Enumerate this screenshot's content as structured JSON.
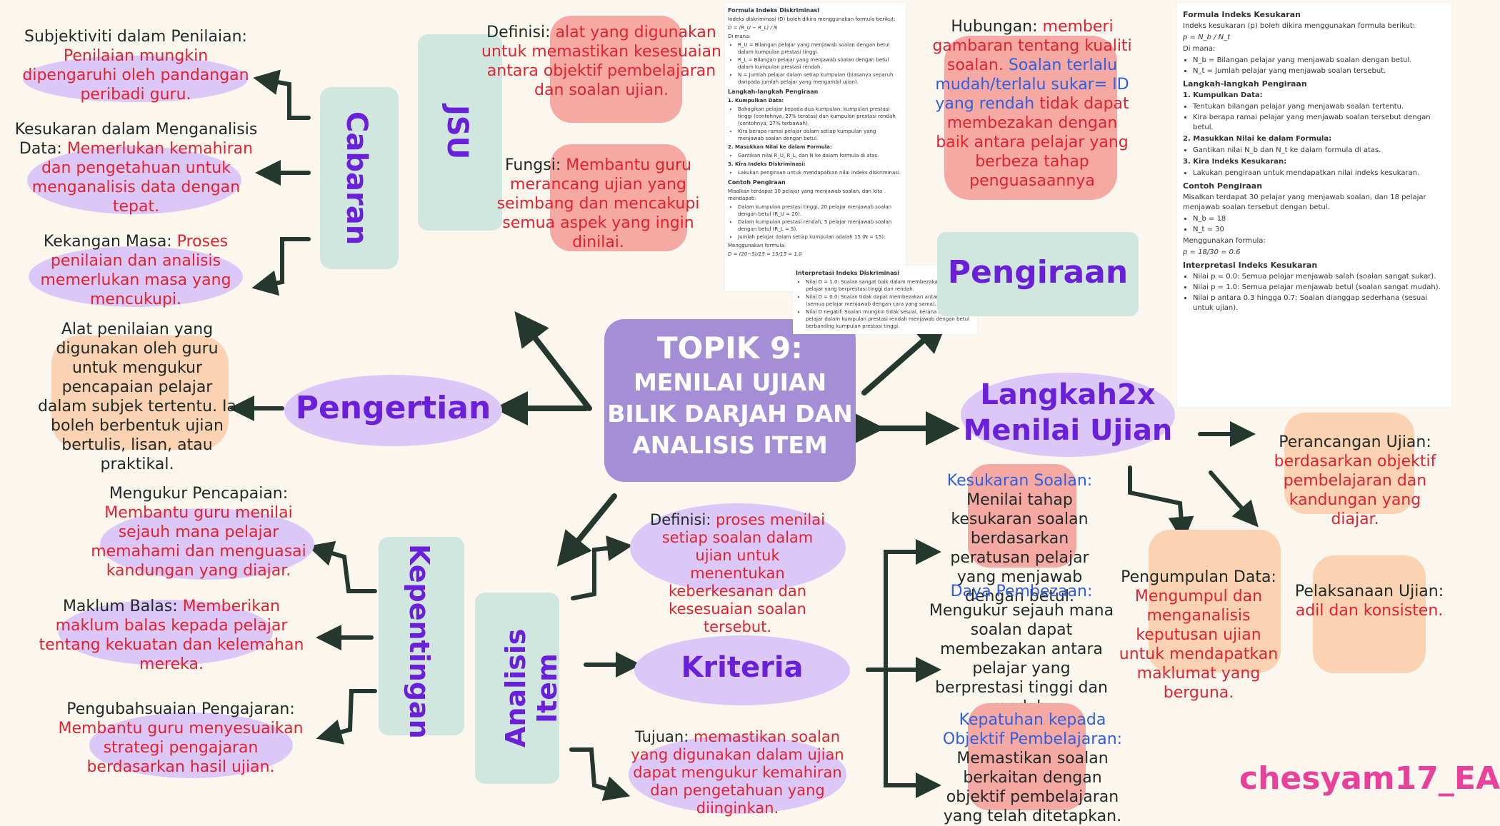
{
  "central": {
    "line1": "TOPIK 9:",
    "line2": "MENILAI UJIAN",
    "line3": "BILIK DARJAH DAN",
    "line4": "ANALISIS ITEM"
  },
  "pengertian": {
    "label": "Pengertian",
    "text": "Alat penilaian yang digunakan oleh guru untuk mengukur pencapaian pelajar dalam subjek tertentu. Ia boleh berbentuk ujian bertulis, lisan, atau praktikal."
  },
  "cabaran": {
    "label": "Cabaran",
    "items": [
      {
        "title": "Subjektiviti dalam Penilaian:",
        "text": "Penilaian mungkin dipengaruhi oleh pandangan peribadi guru."
      },
      {
        "title": "Kesukaran dalam Menganalisis Data:",
        "text": "Memerlukan kemahiran dan pengetahuan untuk menganalisis data dengan tepat."
      },
      {
        "title": "Kekangan Masa:",
        "text": "Proses penilaian dan analisis memerlukan masa yang mencukupi."
      }
    ]
  },
  "jsu": {
    "label": "JSU",
    "definisi": {
      "title": "Definisi:",
      "text": "alat yang digunakan untuk memastikan kesesuaian antara objektif pembelajaran dan soalan ujian."
    },
    "fungsi": {
      "title": "Fungsi:",
      "text": "Membantu guru merancang ujian yang seimbang dan mencakupi semua aspek yang ingin dinilai."
    }
  },
  "kepentingan": {
    "label": "Kepentingan",
    "items": [
      {
        "title": "Mengukur Pencapaian:",
        "text": "Membantu guru menilai sejauh mana pelajar memahami dan menguasai kandungan yang diajar."
      },
      {
        "title": "Maklum Balas:",
        "text": "Memberikan maklum balas kepada pelajar tentang kekuatan dan kelemahan mereka."
      },
      {
        "title": "Pengubahsuaian Pengajaran:",
        "text": "Membantu guru menyesuaikan strategi pengajaran berdasarkan hasil ujian."
      }
    ]
  },
  "analisis": {
    "label": "Analisis Item",
    "definisi": {
      "title": "Definisi:",
      "text": "proses menilai setiap soalan dalam ujian untuk menentukan keberkesanan dan kesesuaian soalan tersebut."
    },
    "kriteria": "Kriteria",
    "tujuan": {
      "title": "Tujuan:",
      "text": "memastikan soalan yang digunakan dalam ujian dapat mengukur kemahiran dan pengetahuan yang diinginkan."
    }
  },
  "kriteria_items": [
    {
      "title": "Kesukaran Soalan:",
      "text": "Menilai tahap kesukaran soalan berdasarkan peratusan pelajar yang menjawab dengan betul."
    },
    {
      "title": "Daya Pembezaan:",
      "text": "Mengukur sejauh mana soalan dapat membezakan antara pelajar yang berprestasi tinggi dan rendah."
    },
    {
      "title": "Kepatuhan kepada Objektif Pembelajaran:",
      "text": "Memastikan soalan berkaitan dengan objektif pembelajaran yang telah ditetapkan."
    }
  ],
  "hubungan": {
    "title": "Hubungan:",
    "text1": "memberi gambaran tentang kualiti soalan.",
    "text2": "Soalan terlalu mudah/terlalu sukar= ID yang rendah",
    "text3": "tidak dapat membezakan dengan baik antara pelajar yang berbeza tahap penguasaannya"
  },
  "pengiraan": {
    "label": "Pengiraan"
  },
  "langkah": {
    "label1": "Langkah2x",
    "label2": "Menilai Ujian",
    "items": [
      {
        "title": "Perancangan Ujian:",
        "text": "berdasarkan objektif pembelajaran dan kandungan yang diajar."
      },
      {
        "title": "Pengumpulan Data:",
        "text": "Mengumpul dan menganalisis keputusan ujian untuk mendapatkan maklumat yang berguna."
      },
      {
        "title": "Pelaksanaan Ujian:",
        "text": "adil dan konsisten."
      }
    ]
  },
  "panel_disk": {
    "h1": "Formula Indeks Diskriminasi",
    "p1": "Indeks diskriminasi (D) boleh dikira menggunakan formula berikut:",
    "formula": "D = (R_U − R_L) / N",
    "dimana": "Di mana:",
    "b1": "R_U = Bilangan pelajar yang menjawab soalan dengan betul dalam kumpulan prestasi tinggi.",
    "b2": "R_L = Bilangan pelajar yang menjawab soalan dengan betul dalam kumpulan prestasi rendah.",
    "b3": "N = Jumlah pelajar dalam setiap kumpulan (biasanya separuh daripada jumlah pelajar yang mengambil ujian).",
    "h2": "Langkah-langkah Pengiraan",
    "s1": "1. Kumpulkan Data:",
    "s1a": "Bahagikan pelajar kepada dua kumpulan: kumpulan prestasi tinggi (contohnya, 27% teratas) dan kumpulan prestasi rendah (contohnya, 27% terbawah).",
    "s1b": "Kira berapa ramai pelajar dalam setiap kumpulan yang menjawab soalan dengan betul.",
    "s2": "2. Masukkan Nilai ke dalam Formula:",
    "s2a": "Gantikan nilai R_U, R_L, dan N ke dalam formula di atas.",
    "s3": "3. Kira Indeks Diskriminasi:",
    "s3a": "Lakukan pengiraan untuk mendapatkan nilai indeks diskriminasi.",
    "h3": "Contoh Pengiraan",
    "c0": "Misalkan terdapat 30 pelajar yang menjawab soalan, dan kita mendapati:",
    "c1": "Dalam kumpulan prestasi tinggi, 20 pelajar menjawab soalan dengan betul (R_U = 20).",
    "c2": "Dalam kumpulan prestasi rendah, 5 pelajar menjawab soalan dengan betul (R_L = 5).",
    "c3": "Jumlah pelajar dalam setiap kumpulan adalah 15 (N = 15).",
    "c4": "Menggunakan formula:",
    "c5": "D = (20−5)/15 = 15/15 = 1.0"
  },
  "panel_interp": {
    "h": "Interpretasi Indeks Diskriminasi",
    "i1": "Nilai D = 1.0: Soalan sangat baik dalam membezakan antara pelajar yang berprestasi tinggi dan rendah.",
    "i2": "Nilai D = 0.0: Soalan tidak dapat membezakan antara pelajar (semua pelajar menjawab dengan cara yang sama).",
    "i3": "Nilai D negatif: Soalan mungkin tidak sesuai, kerana lebih ramai pelajar dalam kumpulan prestasi rendah menjawab dengan betul berbanding kumpulan prestasi tinggi."
  },
  "panel_kesukaran": {
    "h1": "Formula Indeks Kesukaran",
    "p1": "Indeks kesukaran (p) boleh dikira menggunakan formula berikut:",
    "formula": "p = N_b / N_t",
    "dimana": "Di mana:",
    "b1": "N_b = Bilangan pelajar yang menjawab soalan dengan betul.",
    "b2": "N_t = Jumlah pelajar yang menjawab soalan tersebut.",
    "h2": "Langkah-langkah Pengiraan",
    "s1": "1. Kumpulkan Data:",
    "s1a": "Tentukan bilangan pelajar yang menjawab soalan tertentu.",
    "s1b": "Kira berapa ramai pelajar yang menjawab soalan tersebut dengan betul.",
    "s2": "2. Masukkan Nilai ke dalam Formula:",
    "s2a": "Gantikan nilai N_b dan N_t ke dalam formula di atas.",
    "s3": "3. Kira Indeks Kesukaran:",
    "s3a": "Lakukan pengiraan untuk mendapatkan nilai indeks kesukaran.",
    "h3": "Contoh Pengiraan",
    "c0": "Misalkan terdapat 30 pelajar yang menjawab soalan, dan 18 pelajar menjawab soalan tersebut dengan betul.",
    "c1": "N_b = 18",
    "c2": "N_t = 30",
    "c3": "Menggunakan formula:",
    "c4": "p = 18/30 = 0.6",
    "h4": "Interpretasi Indeks Kesukaran",
    "i1": "Nilai p = 0.0: Semua pelajar menjawab salah (soalan sangat sukar).",
    "i2": "Nilai p = 1.0: Semua pelajar menjawab betul (soalan sangat mudah).",
    "i3": "Nilai p antara 0.3 hingga 0.7: Soalan dianggap sederhana (sesuai untuk ujian)."
  },
  "signature": "chesyam17_EA",
  "colors": {
    "purple": "#dcc8f7",
    "mint": "#cfe7df",
    "salmon": "#f6a9a3",
    "peach": "#fbd2b2",
    "central": "#a48fd6",
    "red": "#e2232f",
    "violet": "#6a1fd9",
    "arrow": "#24382f",
    "signature": "#e9419b"
  }
}
